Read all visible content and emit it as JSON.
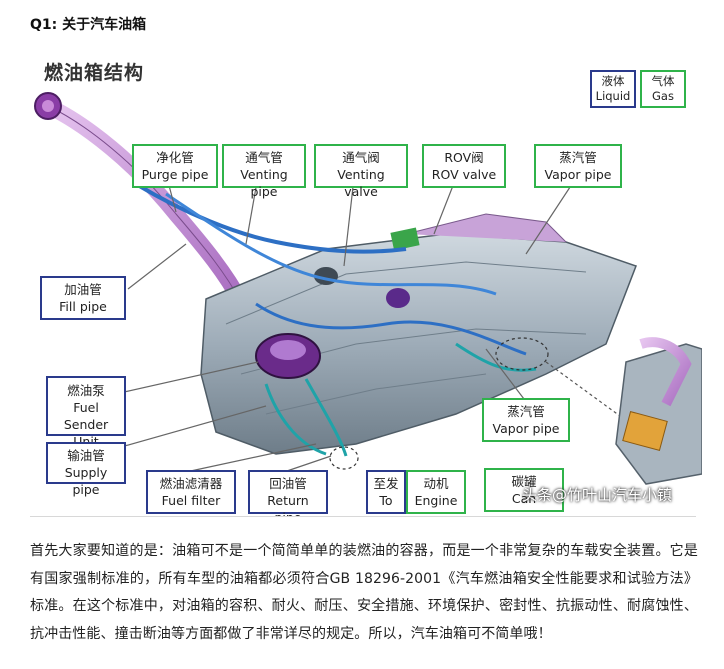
{
  "heading": "Q1: 关于汽车油箱",
  "figure": {
    "title": "燃油箱结构",
    "legend": {
      "liquid_cn": "液体",
      "liquid_en": "Liquid",
      "gas_cn": "气体",
      "gas_en": "Gas"
    },
    "labels": {
      "purge_cn": "净化管",
      "purge_en": "Purge pipe",
      "venting_pipe_cn": "通气管",
      "venting_pipe_en": "Venting pipe",
      "venting_valve_cn": "通气阀",
      "venting_valve_en": "Venting valve",
      "rov_cn": "ROV阀",
      "rov_en": "ROV valve",
      "vapor_top_cn": "蒸汽管",
      "vapor_top_en": "Vapor pipe",
      "fill_cn": "加油管",
      "fill_en": "Fill pipe",
      "sender_cn": "燃油泵",
      "sender_en1": "Fuel Sender",
      "sender_en2": "Unit",
      "supply_cn": "输油管",
      "supply_en": "Supply pipe",
      "filter_cn": "燃油滤清器",
      "filter_en": "Fuel filter",
      "return_cn": "回油管",
      "return_en": "Return pipe",
      "to_cn": "至发",
      "to_en": "To",
      "engine_cn": "动机",
      "engine_en": "Engine",
      "vapor_mid_cn": "蒸汽管",
      "vapor_mid_en": "Vapor pipe",
      "canister_cn": "碳罐",
      "canister_en": "Can"
    },
    "watermark": "头条@竹叶山汽车小镇",
    "colors": {
      "blue_border": "#2a3a8c",
      "green_border": "#2fb34a",
      "pipe_purple": "#c58ad9",
      "tank_gray": "#9aa7b2"
    }
  },
  "paragraph": "首先大家要知道的是：油箱可不是一个简简单单的装燃油的容器，而是一个非常复杂的车载安全装置。它是有国家强制标准的，所有车型的油箱都必须符合GB 18296-2001《汽车燃油箱安全性能要求和试验方法》标准。在这个标准中，对油箱的容积、耐火、耐压、安全措施、环境保护、密封性、抗振动性、耐腐蚀性、抗冲击性能、撞击断油等方面都做了非常详尽的规定。所以，汽车油箱可不简单哦！"
}
